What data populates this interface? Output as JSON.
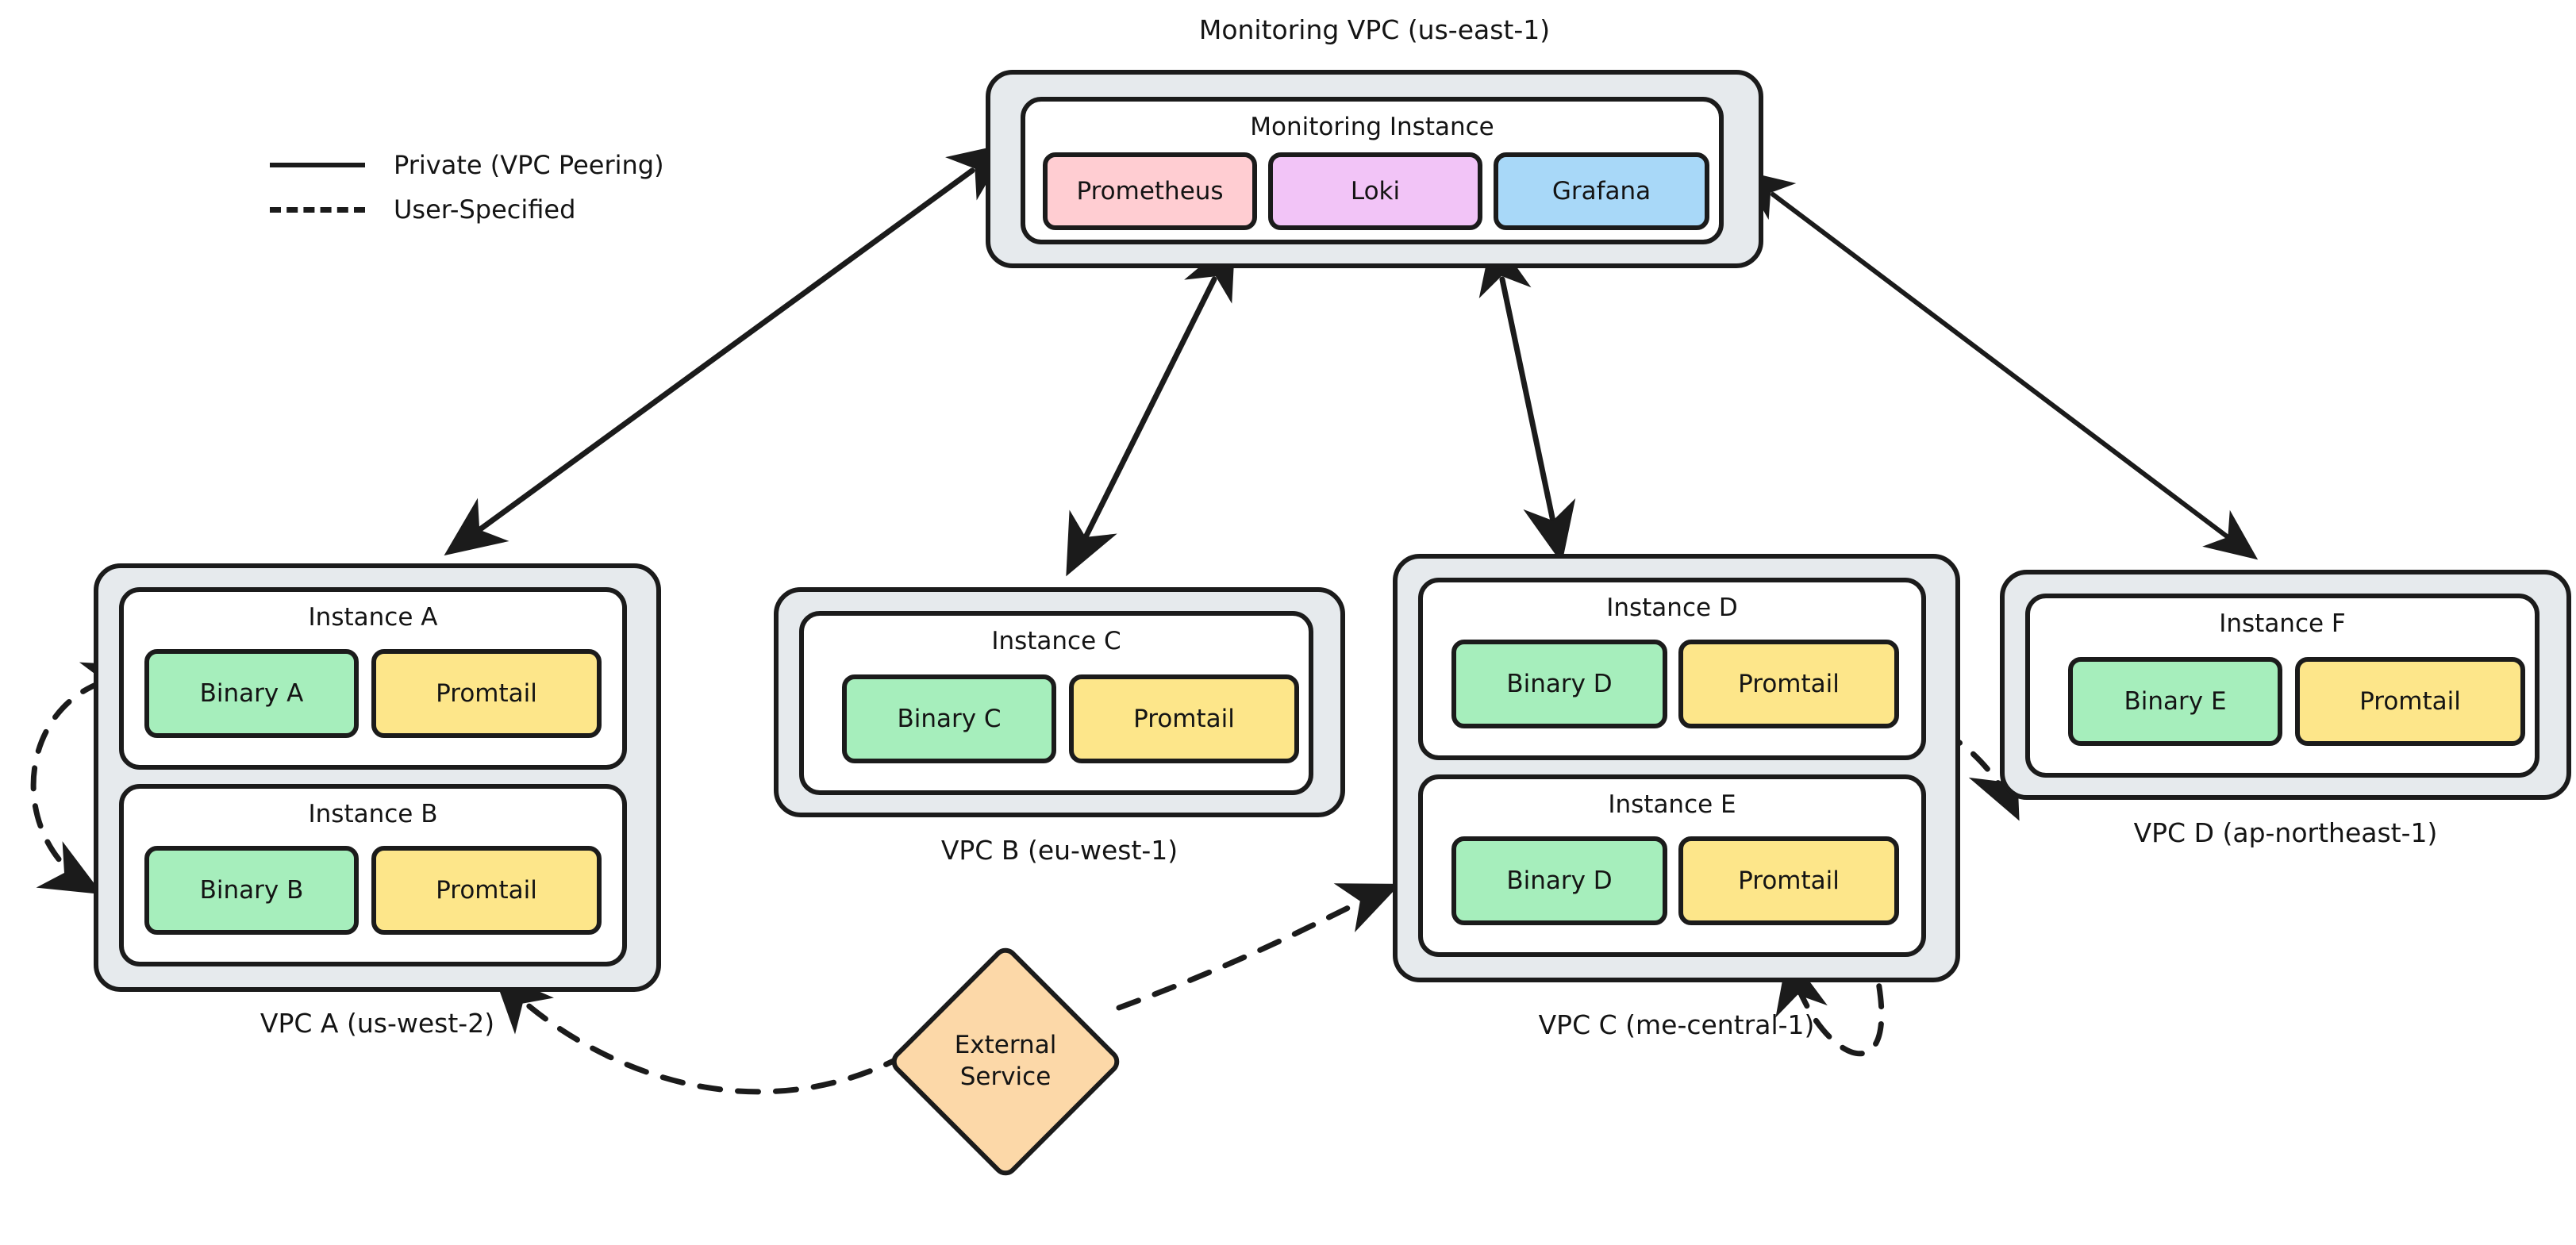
{
  "legend": {
    "items": [
      {
        "label": "Private (VPC Peering)",
        "style": "solid",
        "icon": "solid-line-icon"
      },
      {
        "label": "User-Specified",
        "style": "dashed",
        "icon": "dashed-line-icon"
      }
    ]
  },
  "monitoring": {
    "vpc_label": "Monitoring VPC (us-east-1)",
    "instance_title": "Monitoring Instance",
    "services": [
      {
        "name": "Prometheus",
        "color": "#ffcdd2"
      },
      {
        "name": "Loki",
        "color": "#f2c4f7"
      },
      {
        "name": "Grafana",
        "color": "#a8d8f8"
      }
    ]
  },
  "vpcs": [
    {
      "id": "vpc-a",
      "label": "VPC A (us-west-2)",
      "instances": [
        {
          "title": "Instance A",
          "services": [
            {
              "name": "Binary A",
              "color": "#a6eebc"
            },
            {
              "name": "Promtail",
              "color": "#fde68a"
            }
          ]
        },
        {
          "title": "Instance B",
          "services": [
            {
              "name": "Binary B",
              "color": "#a6eebc"
            },
            {
              "name": "Promtail",
              "color": "#fde68a"
            }
          ]
        }
      ]
    },
    {
      "id": "vpc-b",
      "label": "VPC B (eu-west-1)",
      "instances": [
        {
          "title": "Instance C",
          "services": [
            {
              "name": "Binary C",
              "color": "#a6eebc"
            },
            {
              "name": "Promtail",
              "color": "#fde68a"
            }
          ]
        }
      ]
    },
    {
      "id": "vpc-c",
      "label": "VPC C (me-central-1)",
      "instances": [
        {
          "title": "Instance D",
          "services": [
            {
              "name": "Binary D",
              "color": "#a6eebc"
            },
            {
              "name": "Promtail",
              "color": "#fde68a"
            }
          ]
        },
        {
          "title": "Instance E",
          "services": [
            {
              "name": "Binary D",
              "color": "#a6eebc"
            },
            {
              "name": "Promtail",
              "color": "#fde68a"
            }
          ]
        }
      ]
    },
    {
      "id": "vpc-d",
      "label": "VPC D (ap-northeast-1)",
      "instances": [
        {
          "title": "Instance F",
          "services": [
            {
              "name": "Binary E",
              "color": "#a6eebc"
            },
            {
              "name": "Promtail",
              "color": "#fde68a"
            }
          ]
        }
      ]
    }
  ],
  "external_service": {
    "line1": "External",
    "line2": "Service",
    "color": "#fcd8a8"
  },
  "colors": {
    "stroke": "#1b1b1b",
    "vpc_fill": "#e6eaed",
    "instance_fill": "#ffffff",
    "background": "#ffffff"
  },
  "edges": [
    {
      "from": "monitoring-vpc",
      "to": "vpc-a",
      "style": "solid",
      "arrow": "both"
    },
    {
      "from": "monitoring-vpc",
      "to": "vpc-b",
      "style": "solid",
      "arrow": "both"
    },
    {
      "from": "monitoring-vpc",
      "to": "vpc-c",
      "style": "solid",
      "arrow": "both"
    },
    {
      "from": "monitoring-vpc",
      "to": "vpc-d",
      "style": "solid",
      "arrow": "both"
    },
    {
      "from": "instance-a",
      "to": "instance-b",
      "style": "dashed",
      "arrow": "both"
    },
    {
      "from": "vpc-c",
      "to": "vpc-d",
      "style": "dashed",
      "arrow": "both"
    },
    {
      "from": "vpc-d",
      "to": "vpc-c",
      "style": "dashed",
      "arrow": "both"
    },
    {
      "from": "external-service",
      "to": "vpc-a",
      "style": "dashed",
      "arrow": "to"
    },
    {
      "from": "external-service",
      "to": "vpc-c",
      "style": "dashed",
      "arrow": "to"
    }
  ]
}
